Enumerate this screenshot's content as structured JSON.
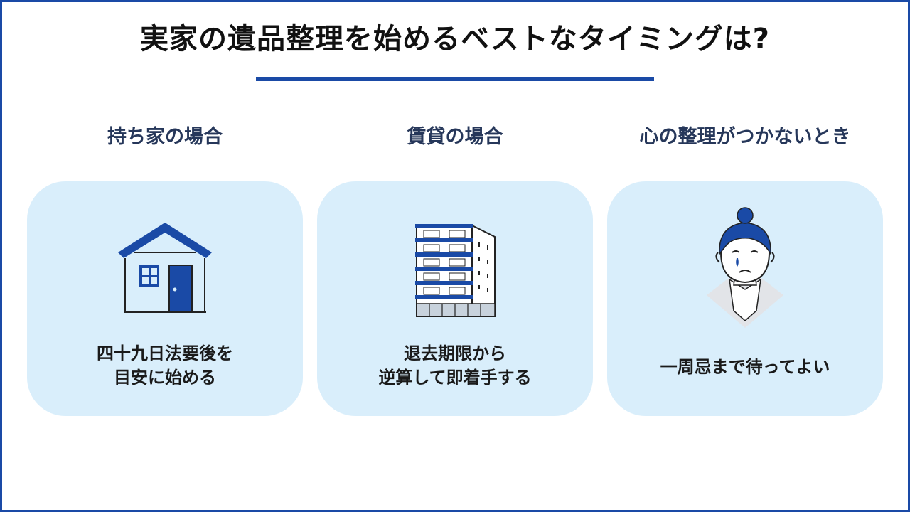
{
  "title": "実家の遺品整理を始めるベストなタイミングは?",
  "colors": {
    "accent": "#1a4aa6",
    "card_bg": "#d9eefb",
    "heading": "#26375a"
  },
  "columns": [
    {
      "heading": "持ち家の場合",
      "icon": "house-icon",
      "lines": [
        "四十九日法要後を",
        "目安に始める"
      ]
    },
    {
      "heading": "賃貸の場合",
      "icon": "apartment-building-icon",
      "lines": [
        "退去期限から",
        "逆算して即着手する"
      ]
    },
    {
      "heading": "心の整理がつかないとき",
      "icon": "crying-person-icon",
      "lines": [
        "一周忌まで待ってよい"
      ]
    }
  ]
}
